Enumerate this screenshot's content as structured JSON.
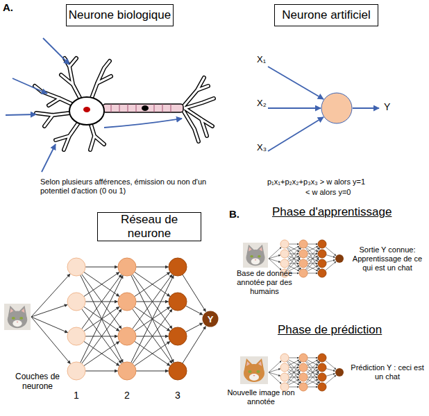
{
  "diagram": {
    "nodes": [
      {
        "text": [
          "Neurone biologique"
        ]
      },
      {
        "text": [
          "Neurone artificiel"
        ]
      },
      {
        "text": [
          "Réseau de neurone"
        ]
      },
      {
        "text": [
          "Y"
        ]
      }
    ],
    "labels": [
      "A.",
      "Selon plusieurs afférences, émission ou non d'un potentiel d'action (0 ou 1)",
      "X₁",
      "X₂",
      "X₃",
      "Y",
      "p₁x₁+p₂x₂+p₃x₃ > w alors y=1",
      "< w alors y=0",
      "Couches de neurone",
      "1",
      "2",
      "3",
      "B.",
      "Phase d'apprentissage",
      "Base de donnée annotée par des humains",
      "Sortie Y connue: Apprentissage de ce qui est un chat",
      "Phase de prédiction",
      "Nouvelle image non annotée",
      "Prédiction Y : ceci est un chat"
    ]
  }
}
